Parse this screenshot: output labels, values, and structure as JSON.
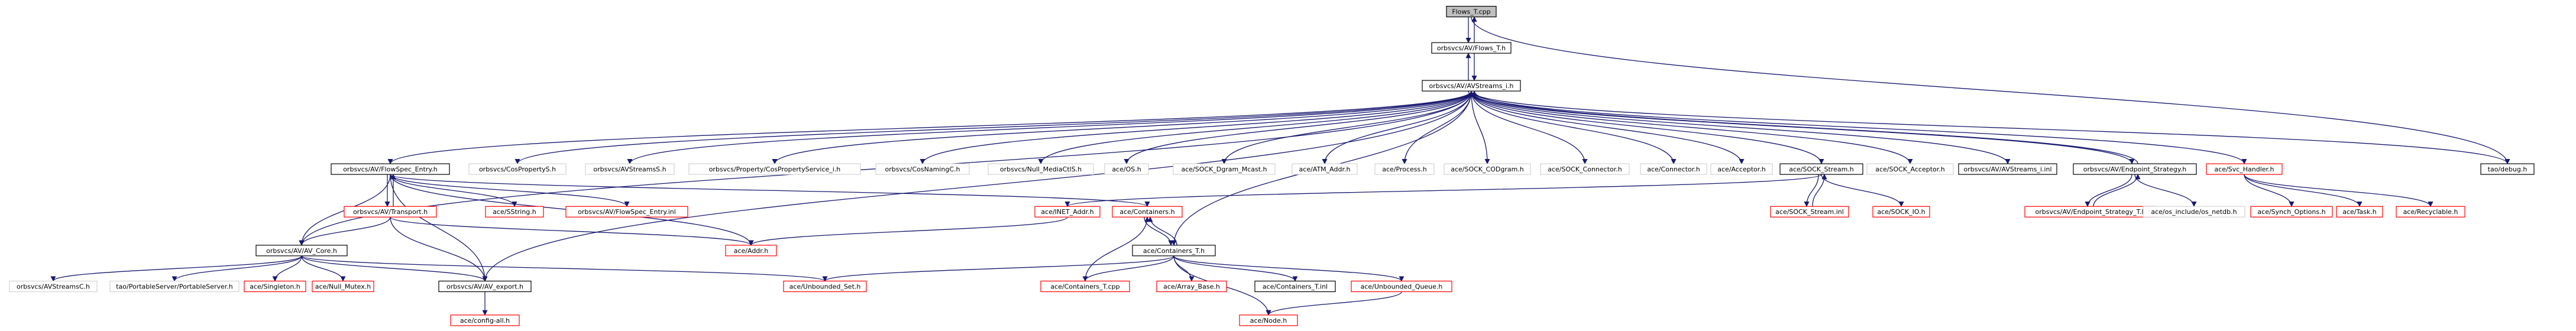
{
  "colors": {
    "edge": "#191970",
    "root_fill": "#bfbfbf",
    "root_border": "#000000",
    "documented_border": "#000000",
    "missing_border": "#ff0000",
    "external_border": "#d3d3d3",
    "node_fill": "#ffffff"
  },
  "nodes": [
    {
      "id": "flows_t_cpp",
      "label": "Flows_T.cpp",
      "kind": "root"
    },
    {
      "id": "flows_t_h",
      "label": "orbsvcs/AV/Flows_T.h",
      "kind": "documented"
    },
    {
      "id": "avstreams_i_h",
      "label": "orbsvcs/AV/AVStreams_i.h",
      "kind": "documented"
    },
    {
      "id": "debug_h",
      "label": "tao/debug.h",
      "kind": "documented"
    },
    {
      "id": "flowspec_entry_h",
      "label": "orbsvcs/AV/FlowSpec_Entry.h",
      "kind": "documented"
    },
    {
      "id": "cospropertys_h",
      "label": "orbsvcs/CosPropertyS.h",
      "kind": "external"
    },
    {
      "id": "avstreamss_h",
      "label": "orbsvcs/AVStreamsS.h",
      "kind": "external"
    },
    {
      "id": "cosproperty_service_i_h",
      "label": "orbsvcs/Property/CosPropertyService_i.h",
      "kind": "external"
    },
    {
      "id": "cosnamingc_h",
      "label": "orbsvcs/CosNamingC.h",
      "kind": "external"
    },
    {
      "id": "null_mediactls_h",
      "label": "orbsvcs/Null_MediaCtlS.h",
      "kind": "external"
    },
    {
      "id": "os_h",
      "label": "ace/OS.h",
      "kind": "external"
    },
    {
      "id": "sock_dgram_mcast_h",
      "label": "ace/SOCK_Dgram_Mcast.h",
      "kind": "external"
    },
    {
      "id": "atm_addr_h",
      "label": "ace/ATM_Addr.h",
      "kind": "external"
    },
    {
      "id": "process_h",
      "label": "ace/Process.h",
      "kind": "external"
    },
    {
      "id": "sock_codgram_h",
      "label": "ace/SOCK_CODgram.h",
      "kind": "external"
    },
    {
      "id": "sock_connector_h",
      "label": "ace/SOCK_Connector.h",
      "kind": "external"
    },
    {
      "id": "connector_h",
      "label": "ace/Connector.h",
      "kind": "external"
    },
    {
      "id": "acceptor_h",
      "label": "ace/Acceptor.h",
      "kind": "external"
    },
    {
      "id": "sock_stream_h",
      "label": "ace/SOCK_Stream.h",
      "kind": "documented"
    },
    {
      "id": "sock_acceptor_h",
      "label": "ace/SOCK_Acceptor.h",
      "kind": "external"
    },
    {
      "id": "avstreams_i_inl",
      "label": "orbsvcs/AV/AVStreams_i.inl",
      "kind": "documented"
    },
    {
      "id": "endpoint_strategy_h",
      "label": "orbsvcs/AV/Endpoint_Strategy.h",
      "kind": "documented"
    },
    {
      "id": "svc_handler_h",
      "label": "ace/Svc_Handler.h",
      "kind": "missing"
    },
    {
      "id": "transport_h",
      "label": "orbsvcs/AV/Transport.h",
      "kind": "missing"
    },
    {
      "id": "sstring_h",
      "label": "ace/SString.h",
      "kind": "missing"
    },
    {
      "id": "flowspec_entry_inl",
      "label": "orbsvcs/AV/FlowSpec_Entry.inl",
      "kind": "missing"
    },
    {
      "id": "inet_addr_h",
      "label": "ace/INET_Addr.h",
      "kind": "missing"
    },
    {
      "id": "containers_h",
      "label": "ace/Containers.h",
      "kind": "missing"
    },
    {
      "id": "sock_stream_inl",
      "label": "ace/SOCK_Stream.inl",
      "kind": "missing"
    },
    {
      "id": "sock_io_h",
      "label": "ace/SOCK_IO.h",
      "kind": "missing"
    },
    {
      "id": "endpoint_strategy_t_h",
      "label": "orbsvcs/AV/Endpoint_Strategy_T.h",
      "kind": "missing"
    },
    {
      "id": "os_netdb_h",
      "label": "ace/os_include/os_netdb.h",
      "kind": "external"
    },
    {
      "id": "synch_options_h",
      "label": "ace/Synch_Options.h",
      "kind": "missing"
    },
    {
      "id": "task_h",
      "label": "ace/Task.h",
      "kind": "missing"
    },
    {
      "id": "recyclable_h",
      "label": "ace/Recyclable.h",
      "kind": "missing"
    },
    {
      "id": "addr_h",
      "label": "ace/Addr.h",
      "kind": "missing"
    },
    {
      "id": "av_core_h",
      "label": "orbsvcs/AV/AV_Core.h",
      "kind": "documented"
    },
    {
      "id": "containers_t_h",
      "label": "ace/Containers_T.h",
      "kind": "documented"
    },
    {
      "id": "avstreamsc_h",
      "label": "orbsvcs/AVStreamsC.h",
      "kind": "external"
    },
    {
      "id": "portableserver_h",
      "label": "tao/PortableServer/PortableServer.h",
      "kind": "external"
    },
    {
      "id": "singleton_h",
      "label": "ace/Singleton.h",
      "kind": "missing"
    },
    {
      "id": "null_mutex_h",
      "label": "ace/Null_Mutex.h",
      "kind": "missing"
    },
    {
      "id": "av_export_h",
      "label": "orbsvcs/AV/AV_export.h",
      "kind": "documented"
    },
    {
      "id": "unbounded_set_h",
      "label": "ace/Unbounded_Set.h",
      "kind": "missing"
    },
    {
      "id": "containers_t_cpp",
      "label": "ace/Containers_T.cpp",
      "kind": "missing"
    },
    {
      "id": "array_base_h",
      "label": "ace/Array_Base.h",
      "kind": "missing"
    },
    {
      "id": "containers_t_inl",
      "label": "ace/Containers_T.inl",
      "kind": "documented"
    },
    {
      "id": "unbounded_queue_h",
      "label": "ace/Unbounded_Queue.h",
      "kind": "missing"
    },
    {
      "id": "config_all_h",
      "label": "ace/config-all.h",
      "kind": "missing"
    },
    {
      "id": "node_h",
      "label": "ace/Node.h",
      "kind": "missing"
    }
  ],
  "edges": [
    [
      "flows_t_cpp",
      "flows_t_h"
    ],
    [
      "flows_t_h",
      "flows_t_cpp"
    ],
    [
      "flows_t_cpp",
      "debug_h"
    ],
    [
      "flows_t_h",
      "avstreams_i_h"
    ],
    [
      "avstreams_i_h",
      "flows_t_h"
    ],
    [
      "avstreams_i_h",
      "flowspec_entry_h"
    ],
    [
      "avstreams_i_h",
      "cospropertys_h"
    ],
    [
      "avstreams_i_h",
      "avstreamss_h"
    ],
    [
      "avstreams_i_h",
      "cosproperty_service_i_h"
    ],
    [
      "avstreams_i_h",
      "cosnamingc_h"
    ],
    [
      "avstreams_i_h",
      "null_mediactls_h"
    ],
    [
      "avstreams_i_h",
      "os_h"
    ],
    [
      "avstreams_i_h",
      "sock_dgram_mcast_h"
    ],
    [
      "avstreams_i_h",
      "atm_addr_h"
    ],
    [
      "avstreams_i_h",
      "process_h"
    ],
    [
      "avstreams_i_h",
      "sock_codgram_h"
    ],
    [
      "avstreams_i_h",
      "sock_connector_h"
    ],
    [
      "avstreams_i_h",
      "connector_h"
    ],
    [
      "avstreams_i_h",
      "acceptor_h"
    ],
    [
      "avstreams_i_h",
      "sock_stream_h"
    ],
    [
      "avstreams_i_h",
      "sock_acceptor_h"
    ],
    [
      "avstreams_i_h",
      "avstreams_i_inl"
    ],
    [
      "avstreams_i_h",
      "endpoint_strategy_h"
    ],
    [
      "avstreams_i_h",
      "svc_handler_h"
    ],
    [
      "avstreams_i_h",
      "debug_h"
    ],
    [
      "avstreams_i_h",
      "av_core_h"
    ],
    [
      "avstreams_i_h",
      "av_export_h"
    ],
    [
      "avstreams_i_h",
      "containers_t_h"
    ],
    [
      "endpoint_strategy_h",
      "avstreams_i_h"
    ],
    [
      "flowspec_entry_h",
      "transport_h"
    ],
    [
      "transport_h",
      "flowspec_entry_h"
    ],
    [
      "flowspec_entry_h",
      "sstring_h"
    ],
    [
      "flowspec_entry_h",
      "flowspec_entry_inl"
    ],
    [
      "flowspec_entry_h",
      "containers_h"
    ],
    [
      "flowspec_entry_h",
      "addr_h"
    ],
    [
      "flowspec_entry_h",
      "av_core_h"
    ],
    [
      "flowspec_entry_h",
      "av_export_h"
    ],
    [
      "transport_h",
      "av_core_h"
    ],
    [
      "transport_h",
      "addr_h"
    ],
    [
      "transport_h",
      "av_export_h"
    ],
    [
      "sock_stream_h",
      "sock_stream_inl"
    ],
    [
      "sock_stream_inl",
      "sock_stream_h"
    ],
    [
      "sock_stream_h",
      "sock_io_h"
    ],
    [
      "sock_stream_h",
      "inet_addr_h"
    ],
    [
      "endpoint_strategy_h",
      "endpoint_strategy_t_h"
    ],
    [
      "endpoint_strategy_t_h",
      "endpoint_strategy_h"
    ],
    [
      "endpoint_strategy_h",
      "os_netdb_h"
    ],
    [
      "svc_handler_h",
      "synch_options_h"
    ],
    [
      "svc_handler_h",
      "task_h"
    ],
    [
      "svc_handler_h",
      "recyclable_h"
    ],
    [
      "inet_addr_h",
      "addr_h"
    ],
    [
      "containers_h",
      "containers_t_h"
    ],
    [
      "containers_t_h",
      "containers_h"
    ],
    [
      "av_core_h",
      "avstreamsc_h"
    ],
    [
      "av_core_h",
      "portableserver_h"
    ],
    [
      "av_core_h",
      "singleton_h"
    ],
    [
      "av_core_h",
      "null_mutex_h"
    ],
    [
      "av_core_h",
      "av_export_h"
    ],
    [
      "av_core_h",
      "unbounded_set_h"
    ],
    [
      "av_export_h",
      "config_all_h"
    ],
    [
      "containers_t_h",
      "containers_t_cpp"
    ],
    [
      "containers_t_cpp",
      "containers_h"
    ],
    [
      "containers_t_h",
      "array_base_h"
    ],
    [
      "containers_t_h",
      "containers_t_inl"
    ],
    [
      "containers_t_h",
      "unbounded_queue_h"
    ],
    [
      "containers_t_h",
      "unbounded_set_h"
    ],
    [
      "containers_t_h",
      "node_h"
    ],
    [
      "unbounded_queue_h",
      "node_h"
    ]
  ]
}
